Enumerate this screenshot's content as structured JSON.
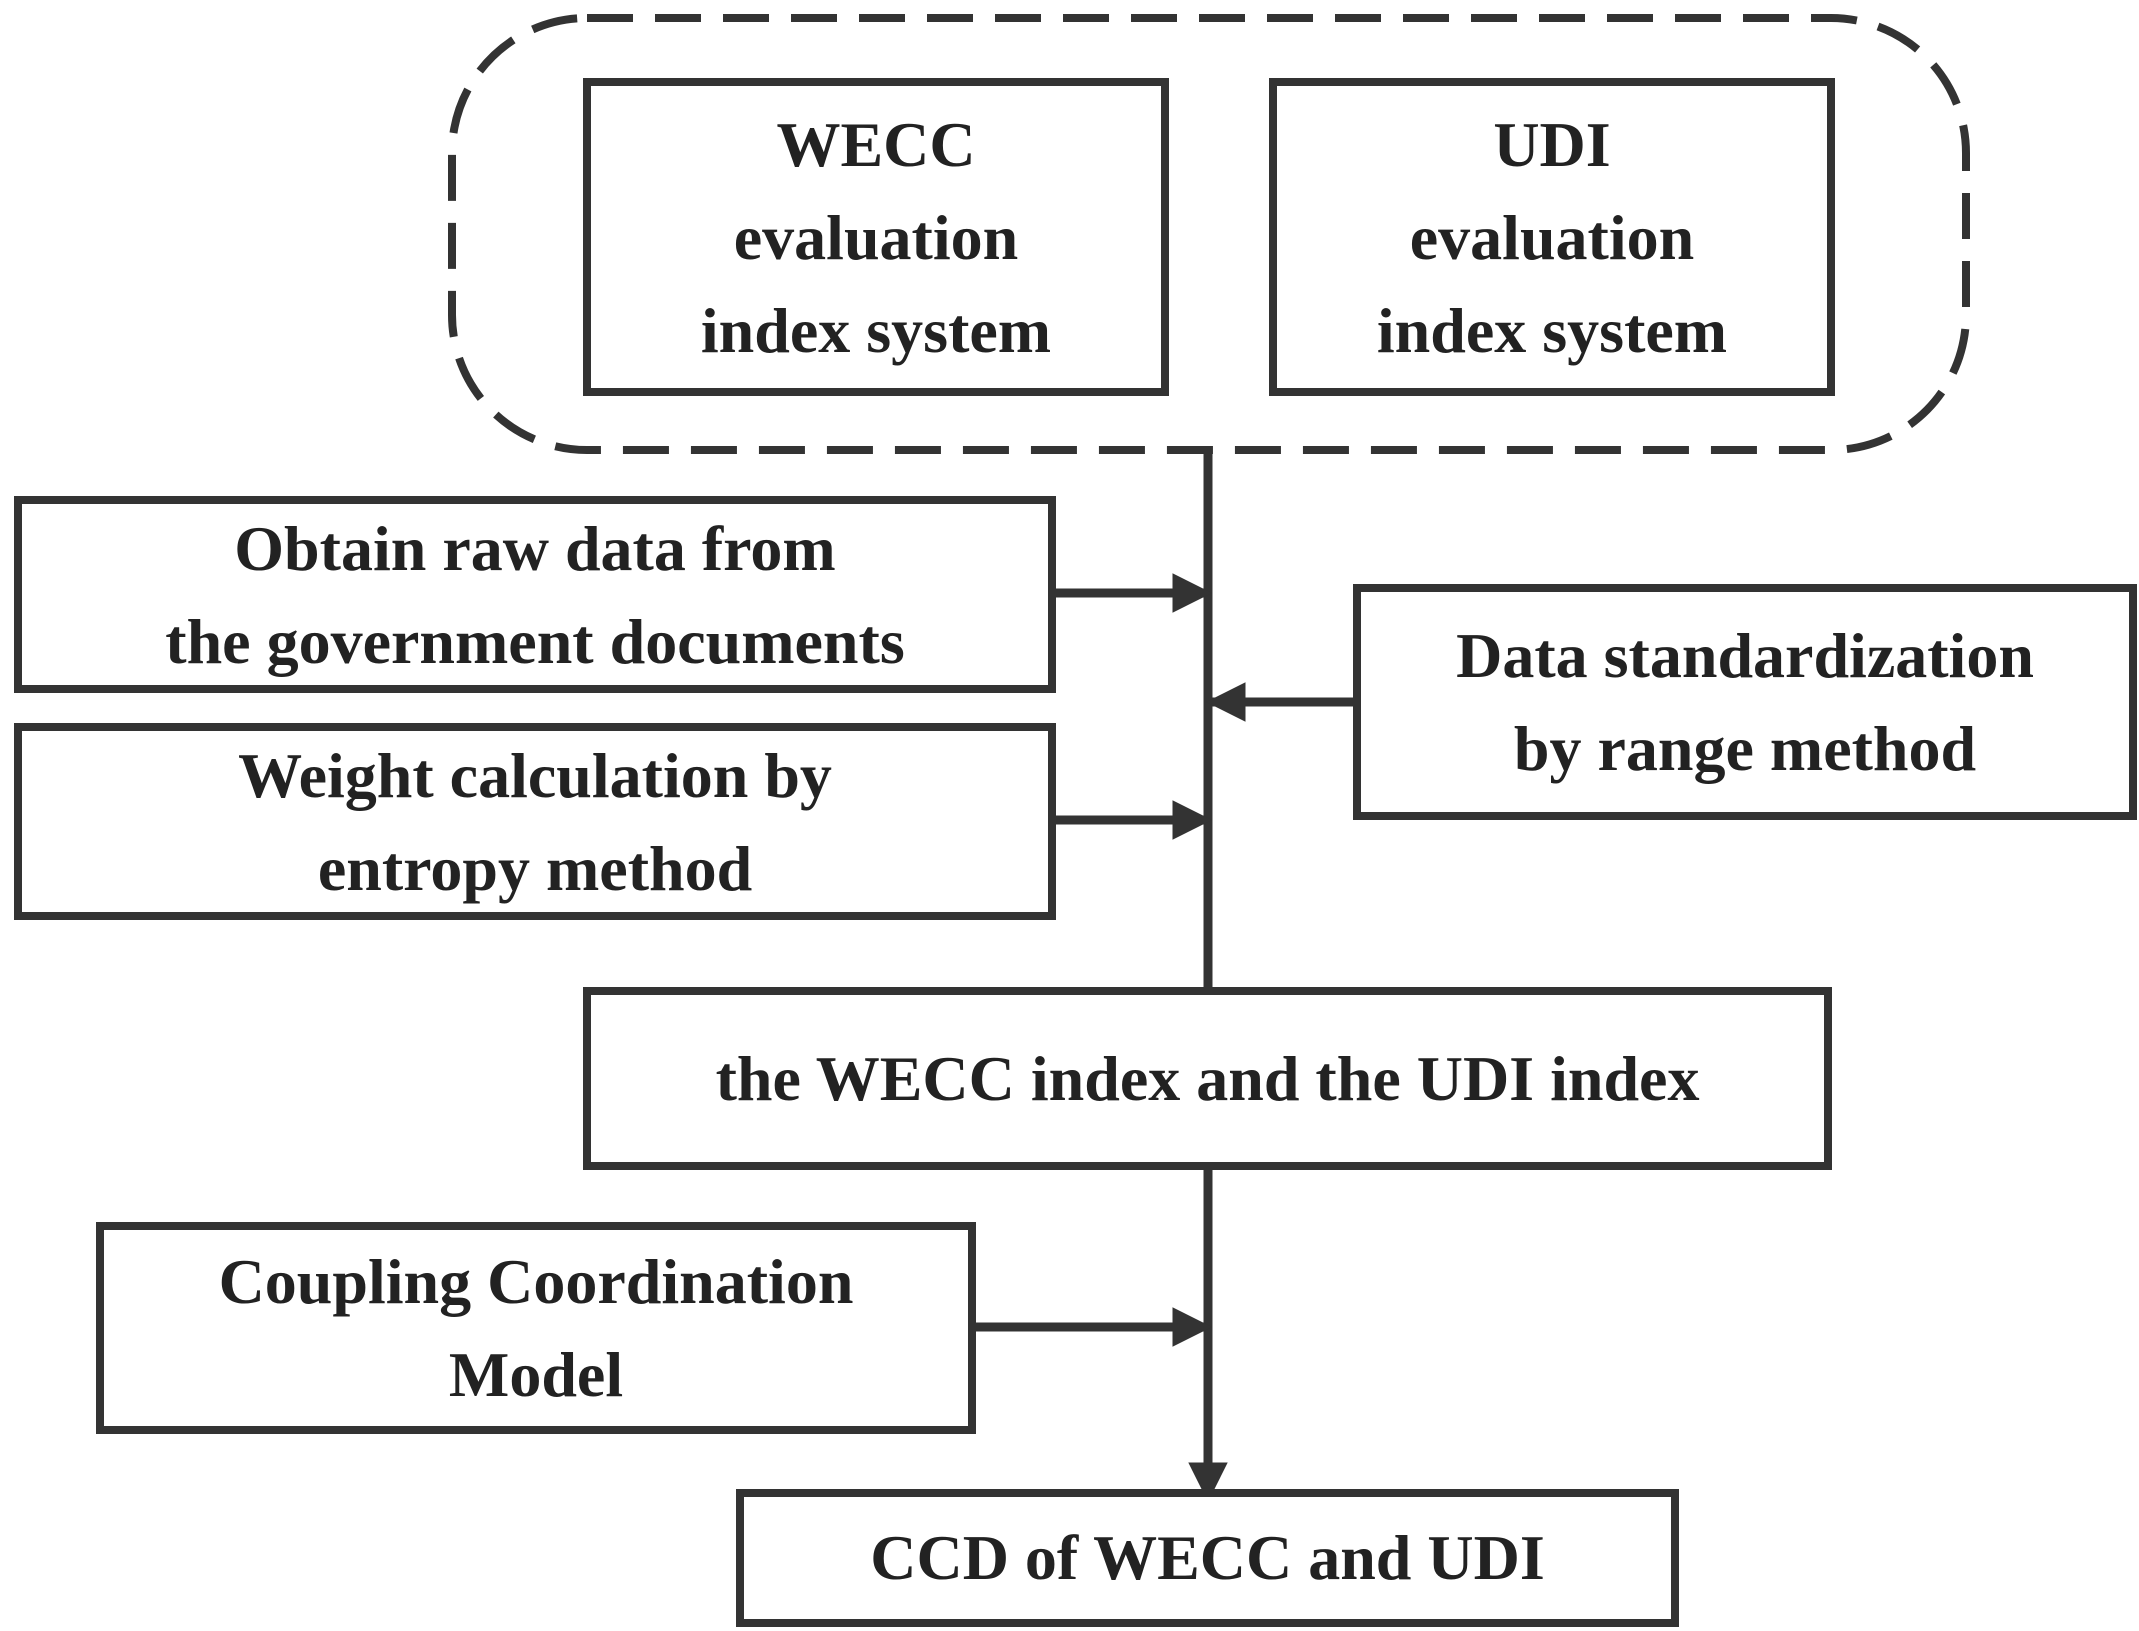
{
  "colors": {
    "stroke": "#333333",
    "text": "#222222",
    "background": "#ffffff"
  },
  "nodes": {
    "wecc_system": "WECC\nevaluation\nindex system",
    "udi_system": "UDI\nevaluation\nindex system",
    "raw_data": "Obtain raw data from\nthe  government documents",
    "standardization": "Data standardization\nby range method",
    "weight_calc": "Weight calculation by\nentropy method",
    "indices": "the WECC index and the UDI index",
    "ccm": "Coupling Coordination\nModel",
    "ccd": "CCD of WECC and UDI"
  }
}
